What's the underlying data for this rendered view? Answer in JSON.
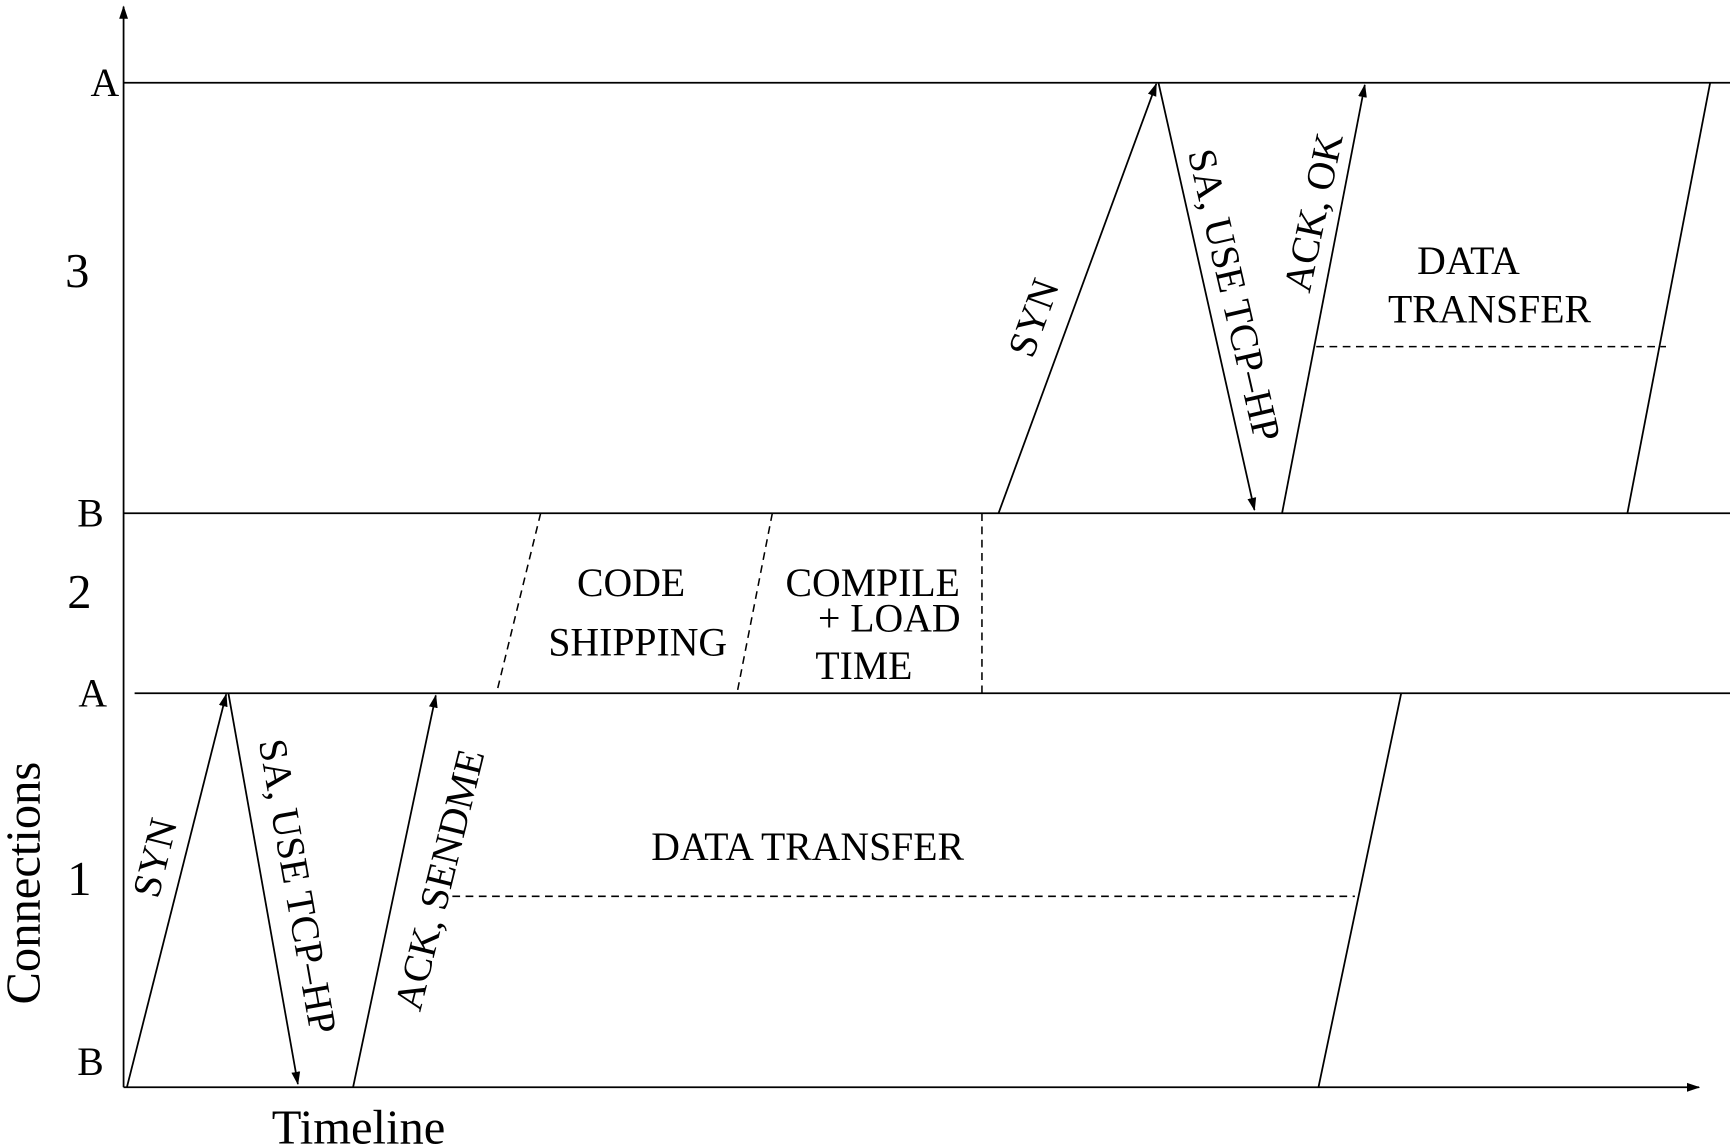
{
  "axes": {
    "y_label": "Connections",
    "x_label": "Timeline"
  },
  "rows": {
    "conn3": {
      "number": "3",
      "top": "A",
      "bottom": "B"
    },
    "conn2": {
      "number": "2",
      "bottom": "A"
    },
    "conn1": {
      "number": "1",
      "bottom": "B"
    }
  },
  "conn1": {
    "syn": "SYN",
    "sa": "SA, USE TCP–HP",
    "ack": "ACK, SENDME",
    "data": "DATA TRANSFER"
  },
  "conn2": {
    "code1": "CODE",
    "code2": "SHIPPING",
    "compile1": "COMPILE",
    "compile2": "+ LOAD",
    "compile3": "TIME"
  },
  "conn3": {
    "syn": "SYN",
    "sa": "SA, USE TCP–HP",
    "ack": "ACK, OK",
    "data1": "DATA",
    "data2": "TRANSFER"
  }
}
